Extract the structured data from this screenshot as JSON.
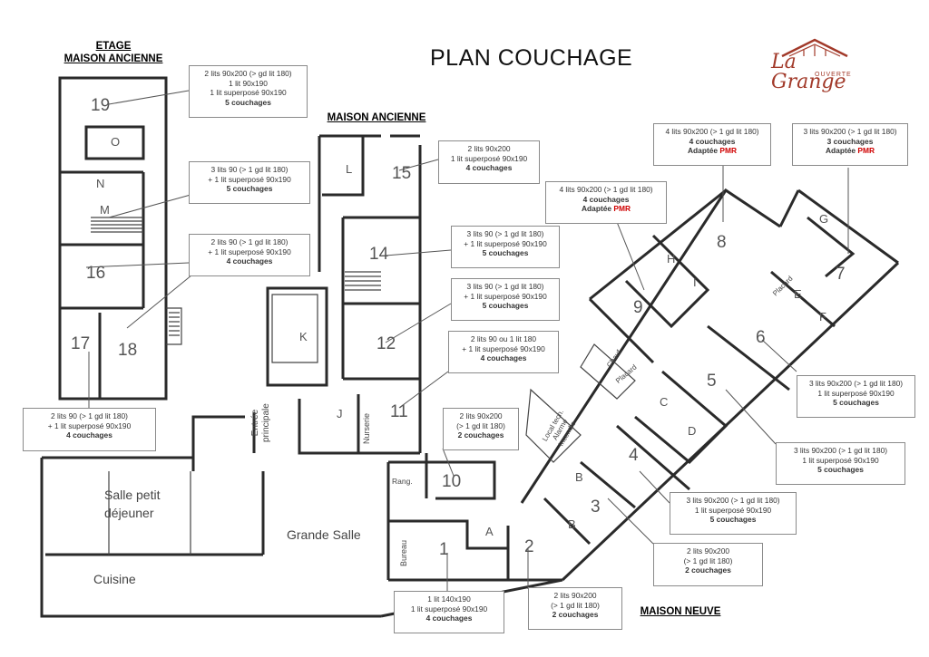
{
  "header": {
    "title": "PLAN COUCHAGE",
    "etage_line1": "ETAGE",
    "etage_line2": "MAISON ANCIENNE",
    "maison_ancienne": "MAISON ANCIENNE",
    "maison_neuve": "MAISON NEUVE"
  },
  "logo": {
    "text": "La Grange",
    "sub": "OUVERTE"
  },
  "rooms": {
    "r1": "1",
    "r2": "2",
    "r3": "3",
    "r4": "4",
    "r5": "5",
    "r6": "6",
    "r7": "7",
    "r8": "8",
    "r9": "9",
    "r10": "10",
    "r11": "11",
    "r12": "12",
    "r14": "14",
    "r15": "15",
    "r16": "16",
    "r17": "17",
    "r18": "18",
    "r19": "19",
    "A": "A",
    "B1": "B",
    "B2": "B",
    "C": "C",
    "D": "D",
    "E": "E",
    "F": "F",
    "G": "G",
    "H": "H",
    "I": "I",
    "J": "J",
    "K": "K",
    "L": "L",
    "M": "M",
    "N": "N",
    "O": "O"
  },
  "labels": {
    "salle_petit_dejeuner": [
      "Salle petit",
      "déjeuner"
    ],
    "cuisine": "Cuisine",
    "grande_salle": "Grande Salle",
    "entree": [
      "Entrée",
      "principale"
    ],
    "nurserie": "Nurserie",
    "rang": "Rang.",
    "bureau": "Bureau",
    "chauf": "Chauf.",
    "placard1": "Placard",
    "placard2": "Placard",
    "local_tech": [
      "Local tech.",
      "Alarme",
      "Incendie"
    ]
  },
  "boxes": {
    "b19": [
      "2 lits 90x200 (> gd lit 180)",
      "1 lit 90x190",
      "1 lit superposé 90x190",
      "5 couchages"
    ],
    "b15": [
      "2 lits 90x200",
      "1 lit superposé 90x190",
      "4 couchages"
    ],
    "bM": [
      "3 lits 90 (> 1 gd lit 180)",
      "+ 1 lit superposé 90x190",
      "5 couchages"
    ],
    "b16": [
      "2 lits 90 (> 1 gd lit 180)",
      "+ 1 lit superposé 90x190",
      "4 couchages"
    ],
    "b14": [
      "3 lits 90 (> 1 gd lit 180)",
      "+ 1 lit superposé 90x190",
      "5 couchages"
    ],
    "b12": [
      "3 lits 90 (> 1 gd lit 180)",
      "+ 1 lit superposé 90x190",
      "5 couchages"
    ],
    "b11": [
      "2 lits 90 ou 1 lit 180",
      "+ 1 lit superposé 90x190",
      "4 couchages"
    ],
    "b17": [
      "2 lits 90 (> 1 gd lit 180)",
      "+ 1 lit superposé 90x190",
      "4 couchages"
    ],
    "b10": [
      "2 lits 90x200",
      "(> 1 gd lit 180)",
      "2 couchages"
    ],
    "b8": [
      "4 lits 90x200 (> 1 gd lit 180)",
      "4 couchages",
      "Adaptée",
      "PMR"
    ],
    "b7": [
      "3 lits 90x200 (> 1 gd lit 180)",
      "3 couchages",
      "Adaptée",
      "PMR"
    ],
    "b9": [
      "4 lits 90x200 (> 1 gd lit 180)",
      "4 couchages",
      "Adaptée",
      "PMR"
    ],
    "b6": [
      "3 lits 90x200 (> 1 gd lit 180)",
      "1 lit superposé 90x190",
      "5 couchages"
    ],
    "b5": [
      "3 lits 90x200 (> 1 gd lit 180)",
      "1 lit superposé 90x190",
      "5 couchages"
    ],
    "b4": [
      "3 lits 90x200 (> 1 gd lit 180)",
      "1 lit superposé 90x190",
      "5 couchages"
    ],
    "b3": [
      "2 lits 90x200",
      "(> 1 gd lit 180)",
      "2 couchages"
    ],
    "b1": [
      "1 lit 140x190",
      "1 lit superposé 90x190",
      "4 couchages"
    ],
    "b2": [
      "2 lits 90x200",
      "(> 1 gd lit 180)",
      "2 couchages"
    ]
  }
}
